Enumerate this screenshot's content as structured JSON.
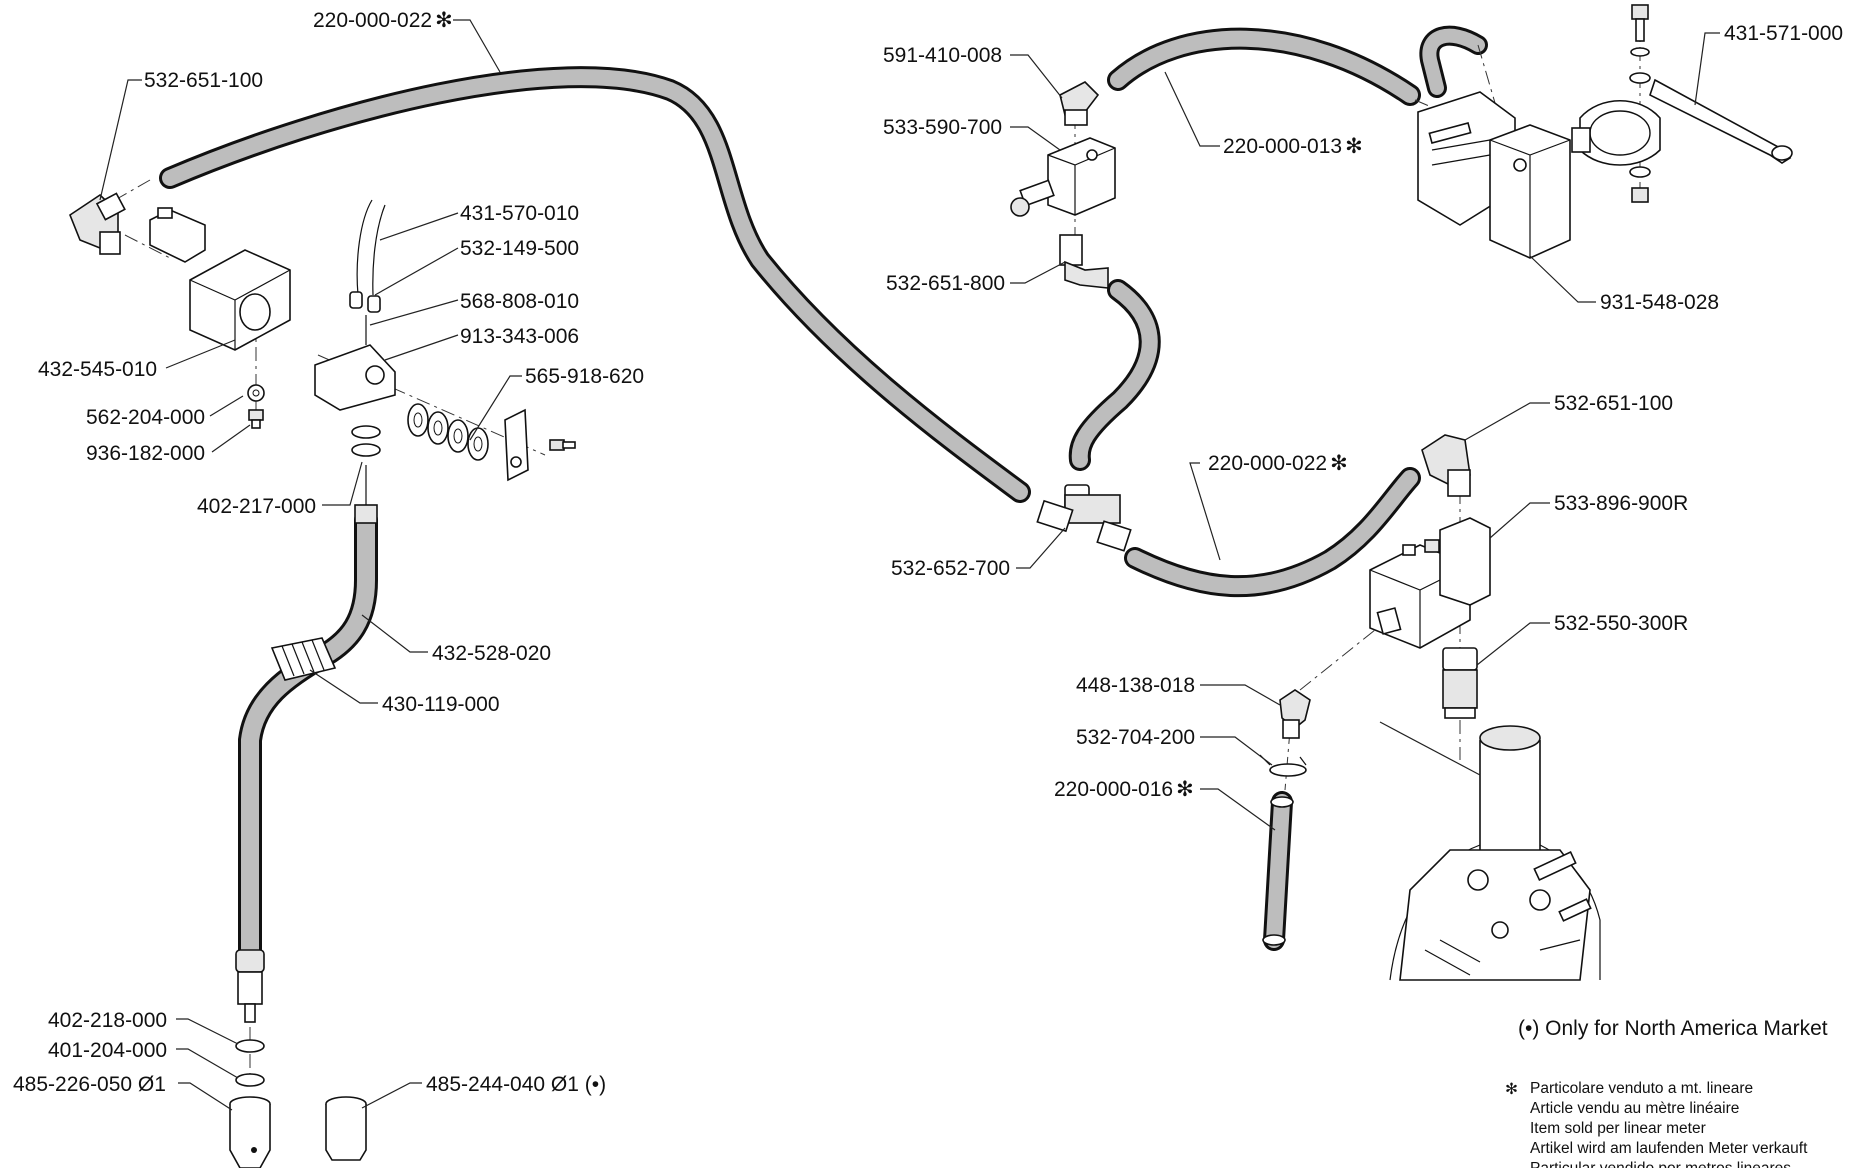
{
  "parts": {
    "hose_top": "220-000-022",
    "elbow_left": "532-651-100",
    "cable": "431-570-010",
    "terminal": "532-149-500",
    "spring": "568-808-010",
    "sensor_body": "913-343-006",
    "washers": "565-918-620",
    "bracket_block": "432-545-010",
    "lock_washer": "562-204-000",
    "screw_small": "936-182-000",
    "oring_top": "402-217-000",
    "wand": "432-528-020",
    "grip_sleeve": "430-119-000",
    "oring_bottom": "402-218-000",
    "oring_2": "401-204-000",
    "tip_a": "485-226-050 Ø1",
    "tip_b": "485-244-040 Ø1 (•)",
    "elbow_valve_top": "591-410-008",
    "valve_block": "533-590-700",
    "hose_upper_right": "220-000-013",
    "elbow_mid": "532-651-800",
    "tee": "532-652-700",
    "hose_mid": "220-000-022",
    "screw_top_right": "431-571-000",
    "pump_unit": "931-548-028",
    "elbow_right": "532-651-100",
    "solenoid_valve": "533-896-900R",
    "nipple": "532-550-300R",
    "elbow_small": "448-138-018",
    "clamp": "532-704-200",
    "hose_short": "220-000-016"
  },
  "marks": {
    "star": "✻"
  },
  "notes": {
    "north_america": "(•) Only for North America Market",
    "legend_lines": [
      "Particolare venduto a mt. lineare",
      "Article vendu au mètre linéaire",
      "Item sold per linear meter",
      "Artikel wird am laufenden Meter verkauft",
      "Particular vendido por metros lineares"
    ]
  }
}
